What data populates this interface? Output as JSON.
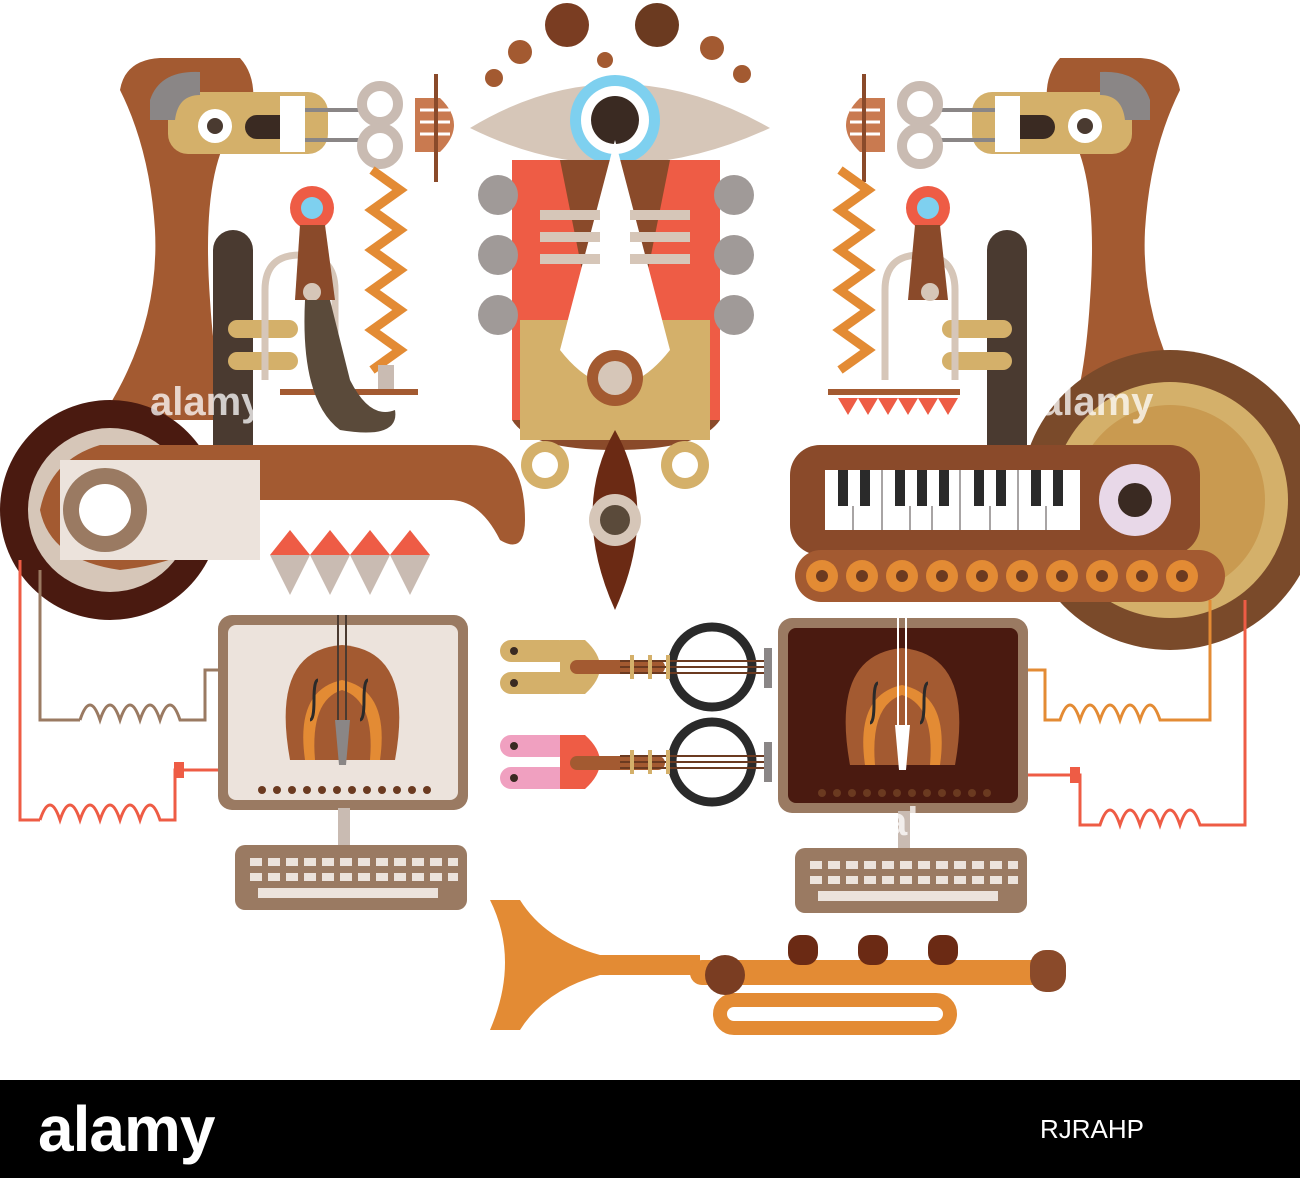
{
  "watermark": {
    "text": "alamy"
  },
  "footer": {
    "brand": "alamy",
    "image_id": "RJRAHP"
  },
  "palette": {
    "brown": "#a35a31",
    "dark_brown": "#6b3a20",
    "tan": "#d4b06a",
    "beige": "#d6c6b8",
    "coral": "#ee5c45",
    "sky": "#7ed0ef",
    "orange": "#e38b34",
    "black": "#000000"
  }
}
